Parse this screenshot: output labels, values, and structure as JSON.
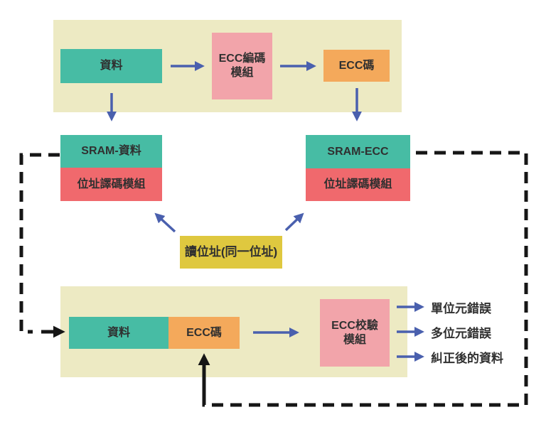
{
  "colors": {
    "cream": "#EDEAC3",
    "teal": "#47BCA4",
    "pink": "#F2A4AA",
    "red": "#F0696D",
    "orange": "#F4A95B",
    "yellow": "#DFC83F",
    "arrow_blue": "#4A60AE",
    "line_black": "#161616",
    "text": "#303030",
    "background": "#FFFFFF"
  },
  "top_flow": {
    "data_label": "資料",
    "encoder_line1": "ECC編碼",
    "encoder_line2": "模組",
    "ecc_code_label": "ECC碼"
  },
  "sram_data": {
    "title": "SRAM-資料",
    "decoder": "位址譯碼模組"
  },
  "sram_ecc": {
    "title": "SRAM-ECC",
    "decoder": "位址譯碼模組"
  },
  "read_address": {
    "label": "讀位址(同一位址)"
  },
  "bottom_flow": {
    "data_label": "資料",
    "ecc_code_label": "ECC碼",
    "checker_line1": "ECC校驗",
    "checker_line2": "模組",
    "outputs": [
      {
        "label": "單位元錯誤"
      },
      {
        "label": "多位元錯誤"
      },
      {
        "label": "糾正後的資料"
      }
    ]
  }
}
